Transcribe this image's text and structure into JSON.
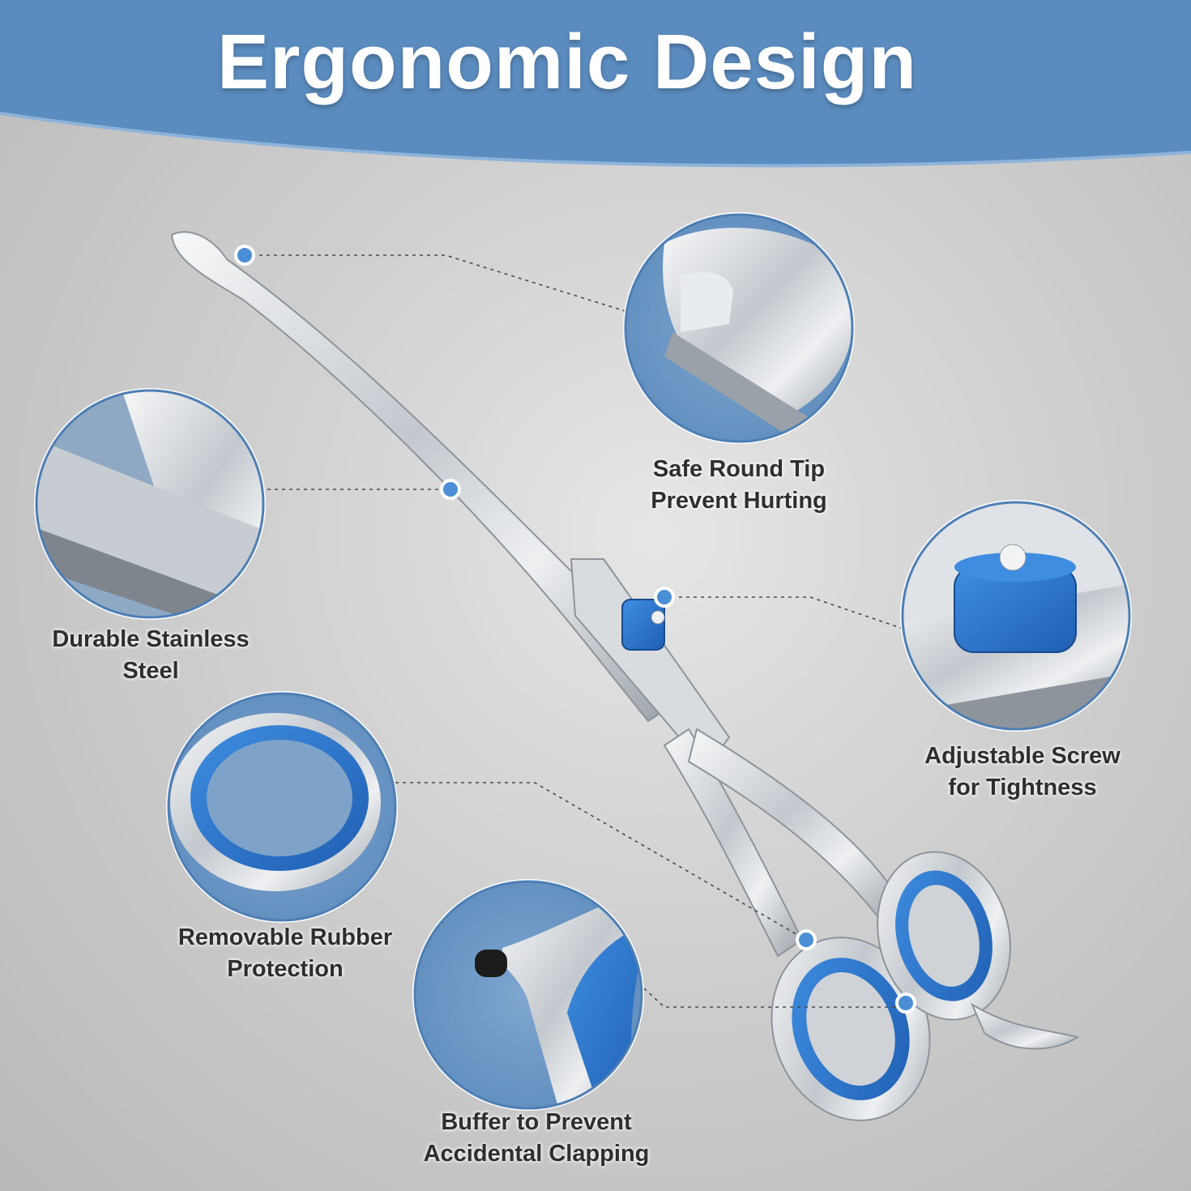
{
  "header": {
    "title": "Ergonomic Design",
    "banner_color": "#5b8cbf"
  },
  "colors": {
    "accent_blue": "#2f78d0",
    "marker_blue": "#4a8ed6",
    "steel": "#c9ced4"
  },
  "features": [
    {
      "id": "tip",
      "lines": [
        "Safe Round Tip",
        "Prevent Hurting"
      ],
      "icon": "round-tip-closeup"
    },
    {
      "id": "steel",
      "lines": [
        "Durable Stainless",
        "Steel"
      ],
      "icon": "steel-blade-closeup"
    },
    {
      "id": "screw",
      "lines": [
        "Adjustable Screw",
        "for Tightness"
      ],
      "icon": "blue-screw-closeup"
    },
    {
      "id": "rubber",
      "lines": [
        "Removable Rubber",
        "Protection"
      ],
      "icon": "rubber-ring-closeup"
    },
    {
      "id": "buffer",
      "lines": [
        "Buffer to Prevent",
        "Accidental Clapping"
      ],
      "icon": "buffer-closeup"
    }
  ]
}
